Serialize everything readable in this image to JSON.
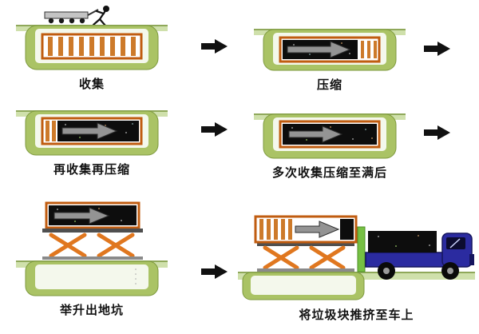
{
  "diagram": {
    "kind": "process-flow",
    "stage_count": 6
  },
  "stages": [
    {
      "id": "collect",
      "caption": "收集"
    },
    {
      "id": "compress",
      "caption": "压缩"
    },
    {
      "id": "recollect-recompress",
      "caption": "再收集再压缩"
    },
    {
      "id": "repeat-until-full",
      "caption": "多次收集压缩至满后"
    },
    {
      "id": "lift-out-of-pit",
      "caption": "举升出地坑"
    },
    {
      "id": "push-onto-truck",
      "caption": "将垃圾块推挤至车上"
    }
  ],
  "colors": {
    "ground_green": "#cfe0ab",
    "ground_edge_green": "#8fa85a",
    "pit_green": "#aac365",
    "pit_cavity": "#f4f8ec",
    "container_orange": "#c05c10",
    "stripe_orange": "#cd7a2a",
    "garbage_black": "#0d0d0d",
    "ram_gray": "#949494",
    "lift_orange": "#e0771f",
    "platform_gray": "#4f4f4f",
    "truck_blue": "#2b2ba0",
    "truck_post_green": "#76c043",
    "flow_arrow_black": "#111111"
  }
}
